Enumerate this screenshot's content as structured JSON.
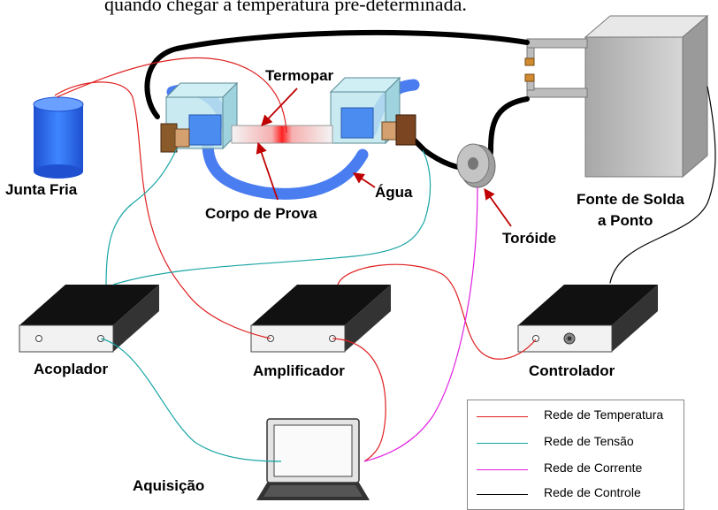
{
  "caption": "quando chegar a temperatura pré-determinada.",
  "labels": {
    "junta_fria": "Junta Fria",
    "termopar": "Termopar",
    "corpo_de_prova": "Corpo de Prova",
    "agua": "Água",
    "toroide": "Toróide",
    "fonte_l1": "Fonte de Solda",
    "fonte_l2": "a Ponto",
    "acoplador": "Acoplador",
    "amplificador": "Amplificador",
    "controlador": "Controlador",
    "aquisicao": "Aquisição"
  },
  "legend": [
    {
      "label": "Rede de Temperatura",
      "color": "#e02020"
    },
    {
      "label": "Rede de Tensão",
      "color": "#1aa5a5"
    },
    {
      "label": "Rede de Corrente",
      "color": "#e020e0"
    },
    {
      "label": "Rede de Controle",
      "color": "#000000"
    }
  ],
  "colors": {
    "temperature": "#e02020",
    "voltage": "#1aa5a5",
    "current": "#e020e0",
    "control": "#000000",
    "water": "#4a7df0",
    "cold_junction": "#2f6ff0"
  }
}
